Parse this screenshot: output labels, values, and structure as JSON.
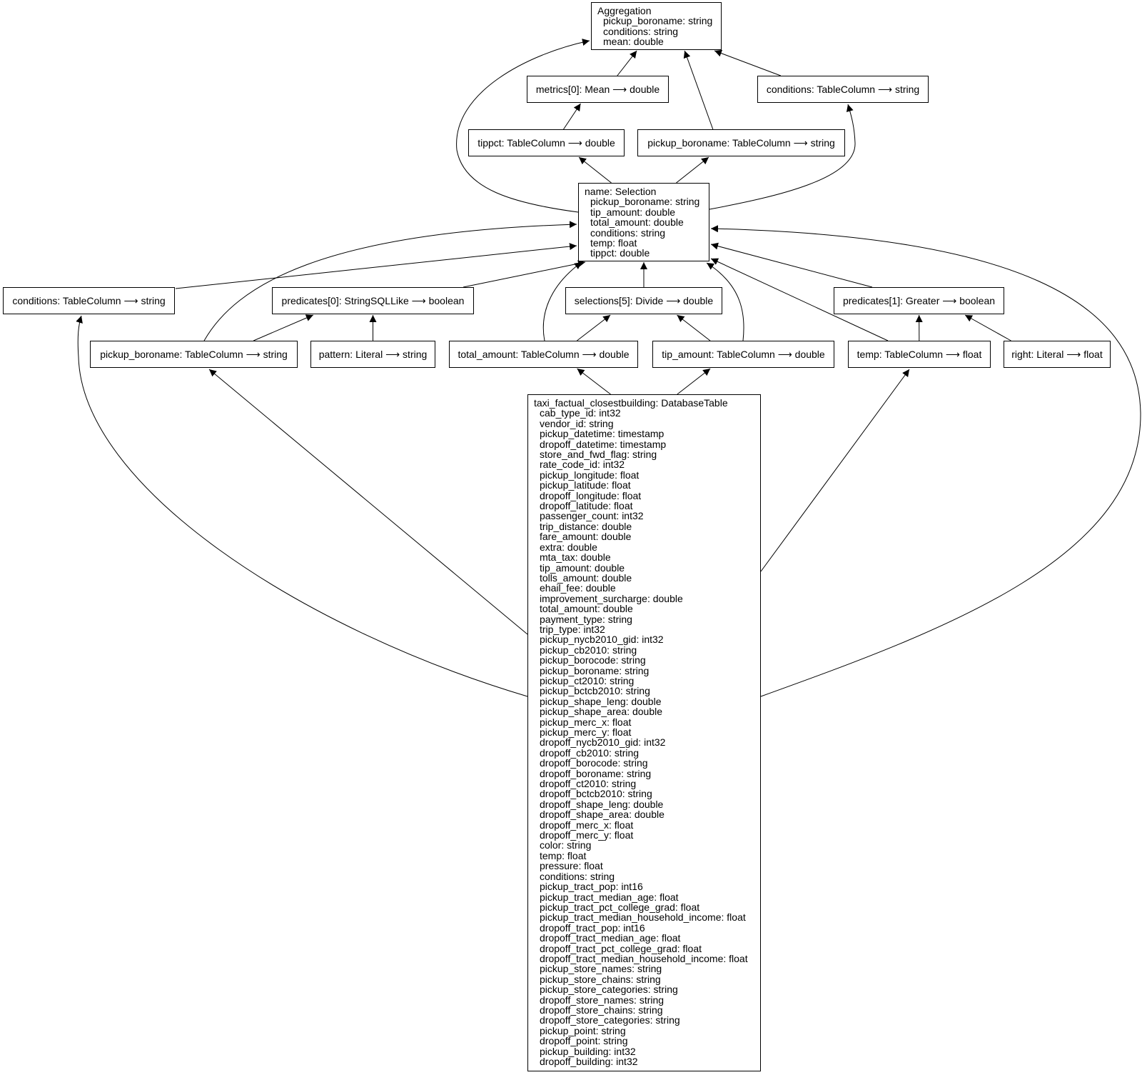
{
  "nodes": [
    {
      "id": "agg",
      "title": "Aggregation",
      "fields": [
        "pickup_boroname: string",
        "conditions: string",
        "mean: double"
      ]
    },
    {
      "id": "metrics0",
      "label": "metrics[0]: Mean ⟶ double"
    },
    {
      "id": "cond_top",
      "label": "conditions: TableColumn ⟶ string"
    },
    {
      "id": "tippct",
      "label": "tippct: TableColumn ⟶ double"
    },
    {
      "id": "pb_top",
      "label": "pickup_boroname: TableColumn ⟶ string"
    },
    {
      "id": "sel",
      "title": "name: Selection",
      "fields": [
        "pickup_boroname: string",
        "tip_amount: double",
        "total_amount: double",
        "conditions: string",
        "temp: float",
        "tippct: double"
      ]
    },
    {
      "id": "cond_left",
      "label": "conditions: TableColumn ⟶ string"
    },
    {
      "id": "pred0",
      "label": "predicates[0]: StringSQLLike ⟶ boolean"
    },
    {
      "id": "sel5",
      "label": "selections[5]: Divide ⟶ double"
    },
    {
      "id": "pred1",
      "label": "predicates[1]: Greater ⟶ boolean"
    },
    {
      "id": "pb_mid",
      "label": "pickup_boroname: TableColumn ⟶ string"
    },
    {
      "id": "pattern",
      "label": "pattern: Literal ⟶ string"
    },
    {
      "id": "total",
      "label": "total_amount: TableColumn ⟶ double"
    },
    {
      "id": "tip",
      "label": "tip_amount: TableColumn ⟶ double"
    },
    {
      "id": "temp",
      "label": "temp: TableColumn ⟶ float"
    },
    {
      "id": "right",
      "label": "right: Literal ⟶ float"
    },
    {
      "id": "db",
      "title": "taxi_factual_closestbuilding: DatabaseTable",
      "fields": [
        "cab_type_id: int32",
        "vendor_id: string",
        "pickup_datetime: timestamp",
        "dropoff_datetime: timestamp",
        "store_and_fwd_flag: string",
        "rate_code_id: int32",
        "pickup_longitude: float",
        "pickup_latitude: float",
        "dropoff_longitude: float",
        "dropoff_latitude: float",
        "passenger_count: int32",
        "trip_distance: double",
        "fare_amount: double",
        "extra: double",
        "mta_tax: double",
        "tip_amount: double",
        "tolls_amount: double",
        "ehail_fee: double",
        "improvement_surcharge: double",
        "total_amount: double",
        "payment_type: string",
        "trip_type: int32",
        "pickup_nycb2010_gid: int32",
        "pickup_cb2010: string",
        "pickup_borocode: string",
        "pickup_boroname: string",
        "pickup_ct2010: string",
        "pickup_bctcb2010: string",
        "pickup_shape_leng: double",
        "pickup_shape_area: double",
        "pickup_merc_x: float",
        "pickup_merc_y: float",
        "dropoff_nycb2010_gid: int32",
        "dropoff_cb2010: string",
        "dropoff_borocode: string",
        "dropoff_boroname: string",
        "dropoff_ct2010: string",
        "dropoff_bctcb2010: string",
        "dropoff_shape_leng: double",
        "dropoff_shape_area: double",
        "dropoff_merc_x: float",
        "dropoff_merc_y: float",
        "color: string",
        "temp: float",
        "pressure: float",
        "conditions: string",
        "pickup_tract_pop: int16",
        "pickup_tract_median_age: float",
        "pickup_tract_pct_college_grad: float",
        "pickup_tract_median_household_income: float",
        "dropoff_tract_pop: int16",
        "dropoff_tract_median_age: float",
        "dropoff_tract_pct_college_grad: float",
        "dropoff_tract_median_household_income: float",
        "pickup_store_names: string",
        "pickup_store_chains: string",
        "pickup_store_categories: string",
        "dropoff_store_names: string",
        "dropoff_store_chains: string",
        "dropoff_store_categories: string",
        "pickup_point: string",
        "dropoff_point: string",
        "pickup_building: int32",
        "dropoff_building: int32"
      ]
    }
  ],
  "edges": [
    {
      "from": "metrics0",
      "to": "agg"
    },
    {
      "from": "cond_top",
      "to": "agg"
    },
    {
      "from": "pb_top",
      "to": "agg"
    },
    {
      "from": "sel",
      "to": "agg"
    },
    {
      "from": "tippct",
      "to": "metrics0"
    },
    {
      "from": "sel",
      "to": "tippct"
    },
    {
      "from": "sel",
      "to": "pb_top"
    },
    {
      "from": "sel",
      "to": "cond_top"
    },
    {
      "from": "cond_left",
      "to": "sel"
    },
    {
      "from": "pb_mid",
      "to": "sel"
    },
    {
      "from": "pred0",
      "to": "sel"
    },
    {
      "from": "total",
      "to": "sel"
    },
    {
      "from": "sel5",
      "to": "sel"
    },
    {
      "from": "tip",
      "to": "sel"
    },
    {
      "from": "temp",
      "to": "sel"
    },
    {
      "from": "pred1",
      "to": "sel"
    },
    {
      "from": "db",
      "to": "sel"
    },
    {
      "from": "pb_mid",
      "to": "pred0"
    },
    {
      "from": "pattern",
      "to": "pred0"
    },
    {
      "from": "total",
      "to": "sel5"
    },
    {
      "from": "tip",
      "to": "sel5"
    },
    {
      "from": "temp",
      "to": "pred1"
    },
    {
      "from": "right",
      "to": "pred1"
    },
    {
      "from": "db",
      "to": "cond_left"
    },
    {
      "from": "db",
      "to": "pb_mid"
    },
    {
      "from": "db",
      "to": "total"
    },
    {
      "from": "db",
      "to": "tip"
    },
    {
      "from": "db",
      "to": "temp"
    }
  ]
}
